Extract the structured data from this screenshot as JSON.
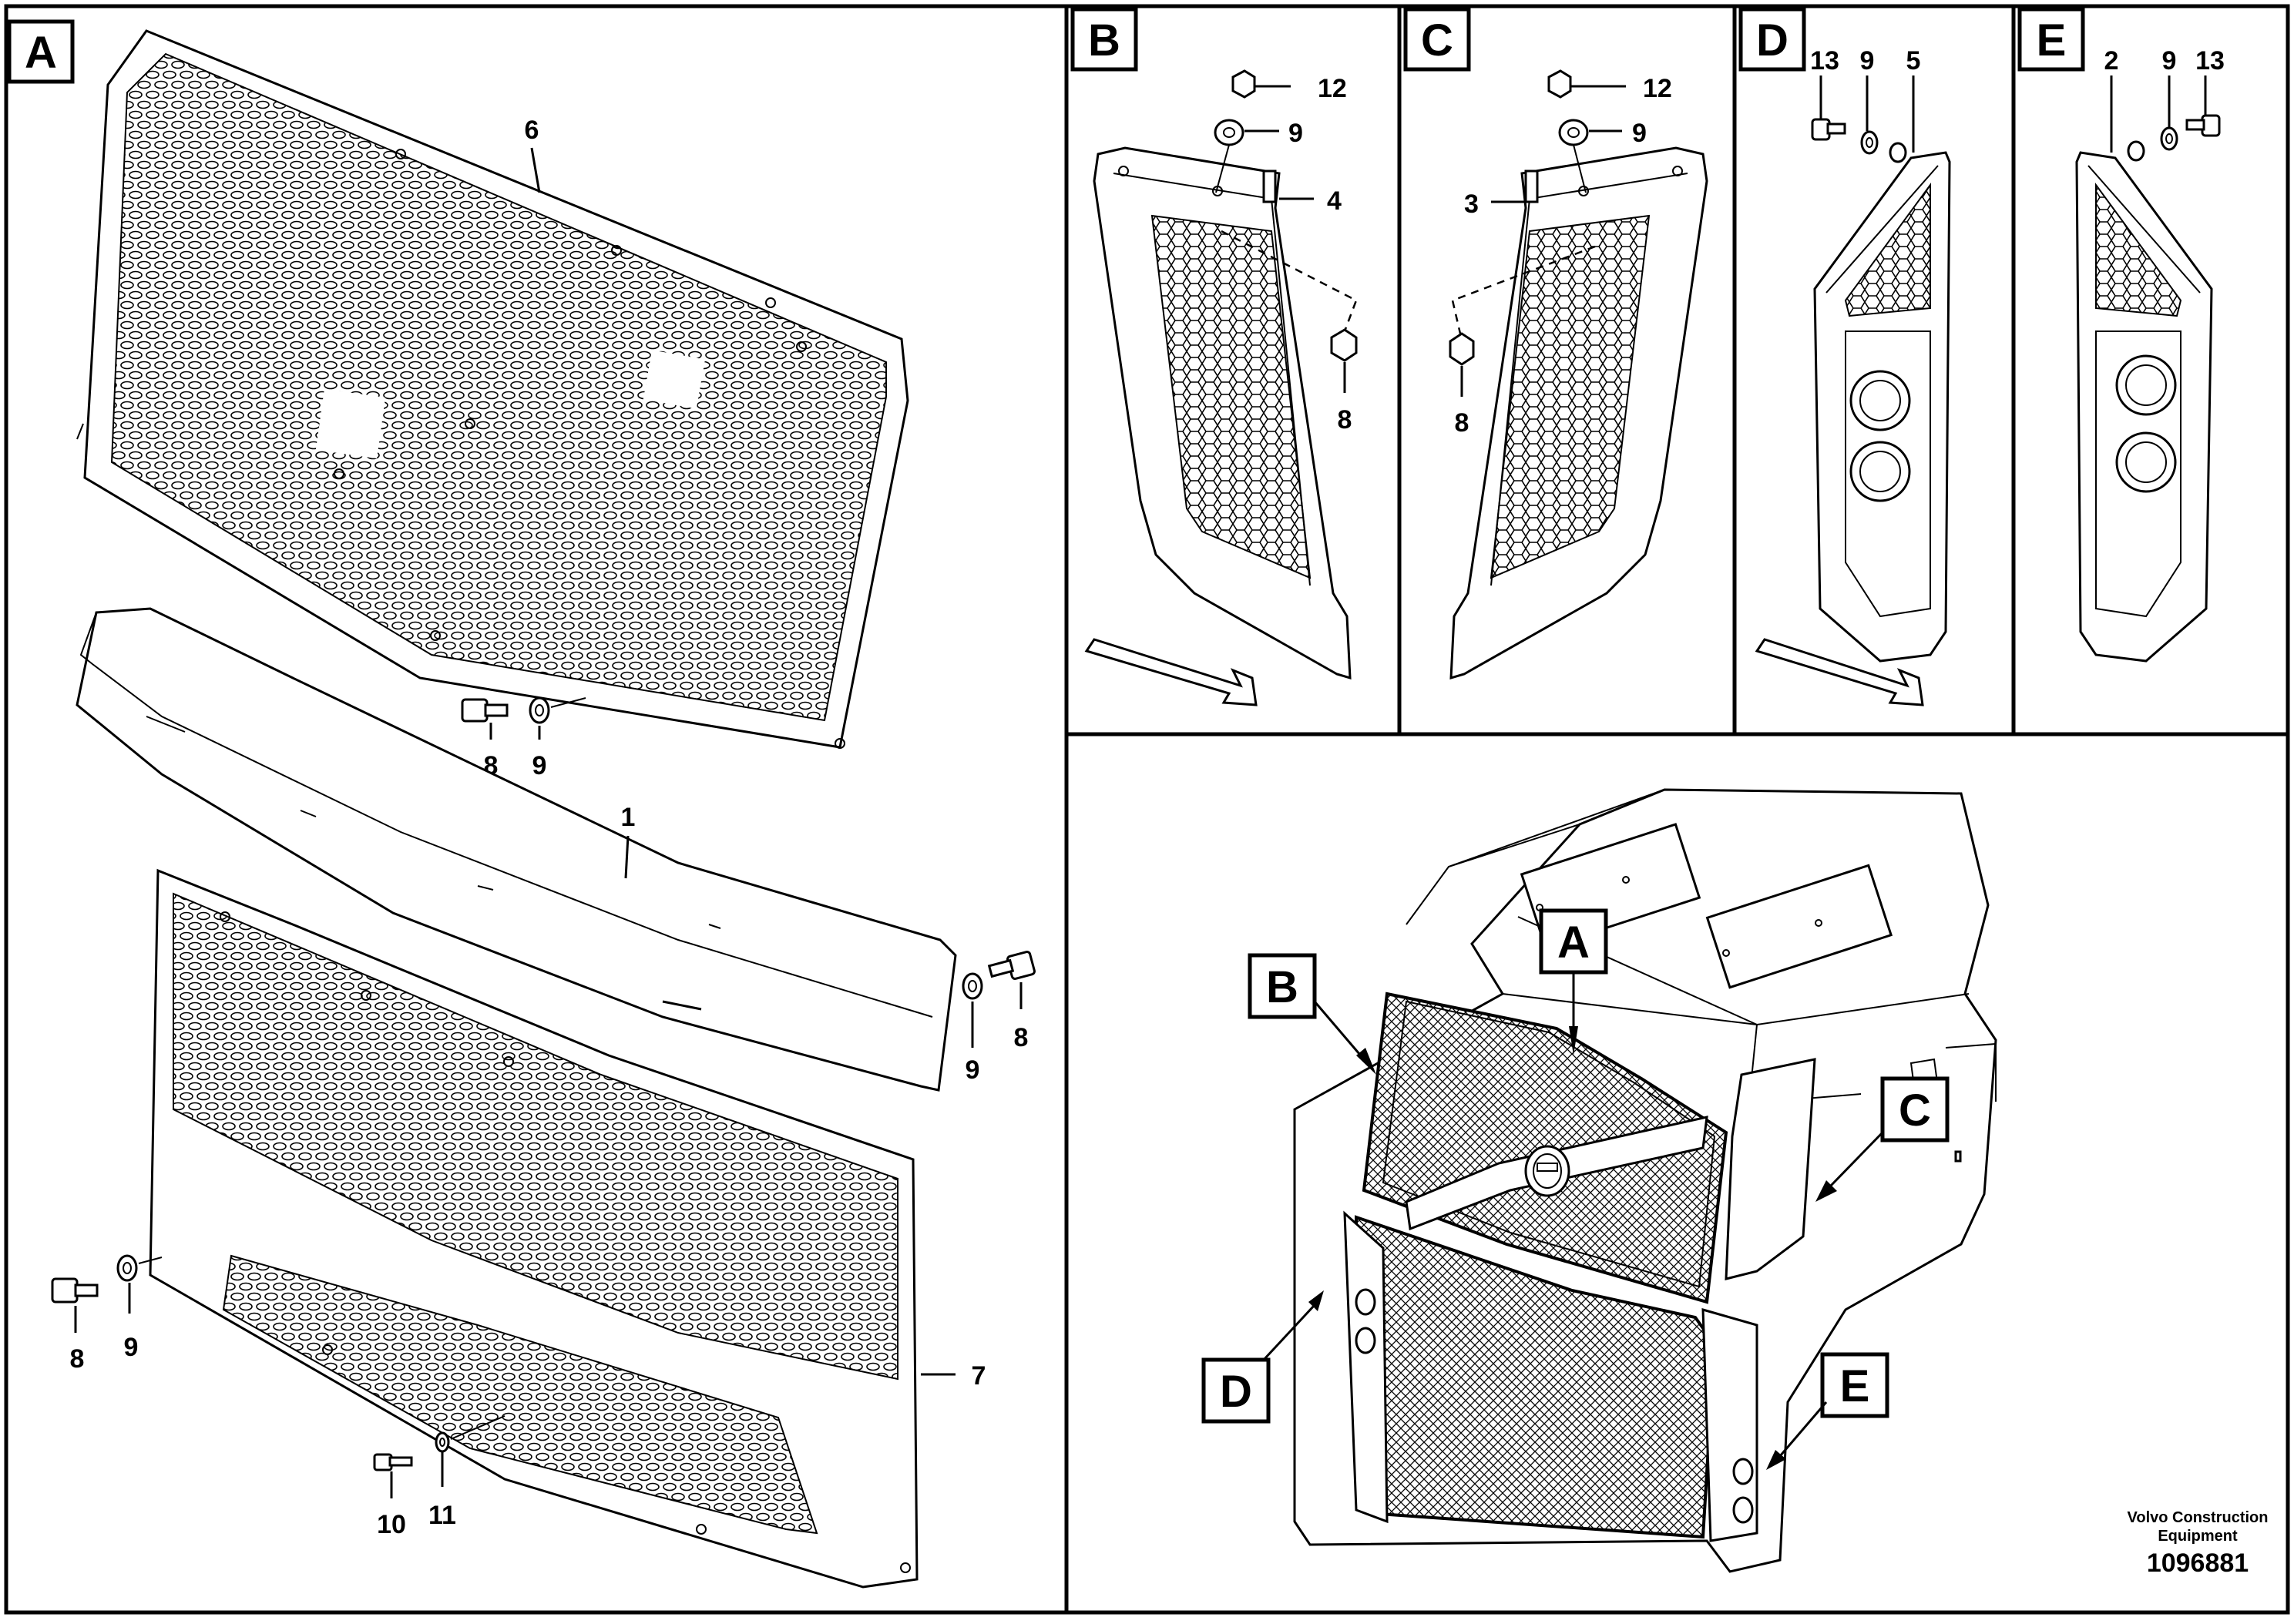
{
  "panels": {
    "A": {
      "tag": "A",
      "callouts": {
        "c6": "6",
        "c1": "1",
        "c7": "7",
        "c8a": "8",
        "c9a": "9",
        "c8b": "8",
        "c9b": "9",
        "c8c": "8",
        "c9c": "9",
        "c10": "10",
        "c11": "11"
      }
    },
    "B": {
      "tag": "B",
      "callouts": {
        "c12": "12",
        "c9": "9",
        "c4": "4",
        "c8": "8"
      }
    },
    "C": {
      "tag": "C",
      "callouts": {
        "c12": "12",
        "c9": "9",
        "c3": "3",
        "c8": "8"
      }
    },
    "D": {
      "tag": "D",
      "callouts": {
        "c13": "13",
        "c9": "9",
        "c5": "5"
      }
    },
    "E": {
      "tag": "E",
      "callouts": {
        "c2": "2",
        "c9": "9",
        "c13": "13"
      }
    }
  },
  "overview": {
    "labels": {
      "A": "A",
      "B": "B",
      "C": "C",
      "D": "D",
      "E": "E"
    }
  },
  "footer": {
    "company_line1": "Volvo Construction",
    "company_line2": "Equipment",
    "drawing_id": "1096881"
  }
}
